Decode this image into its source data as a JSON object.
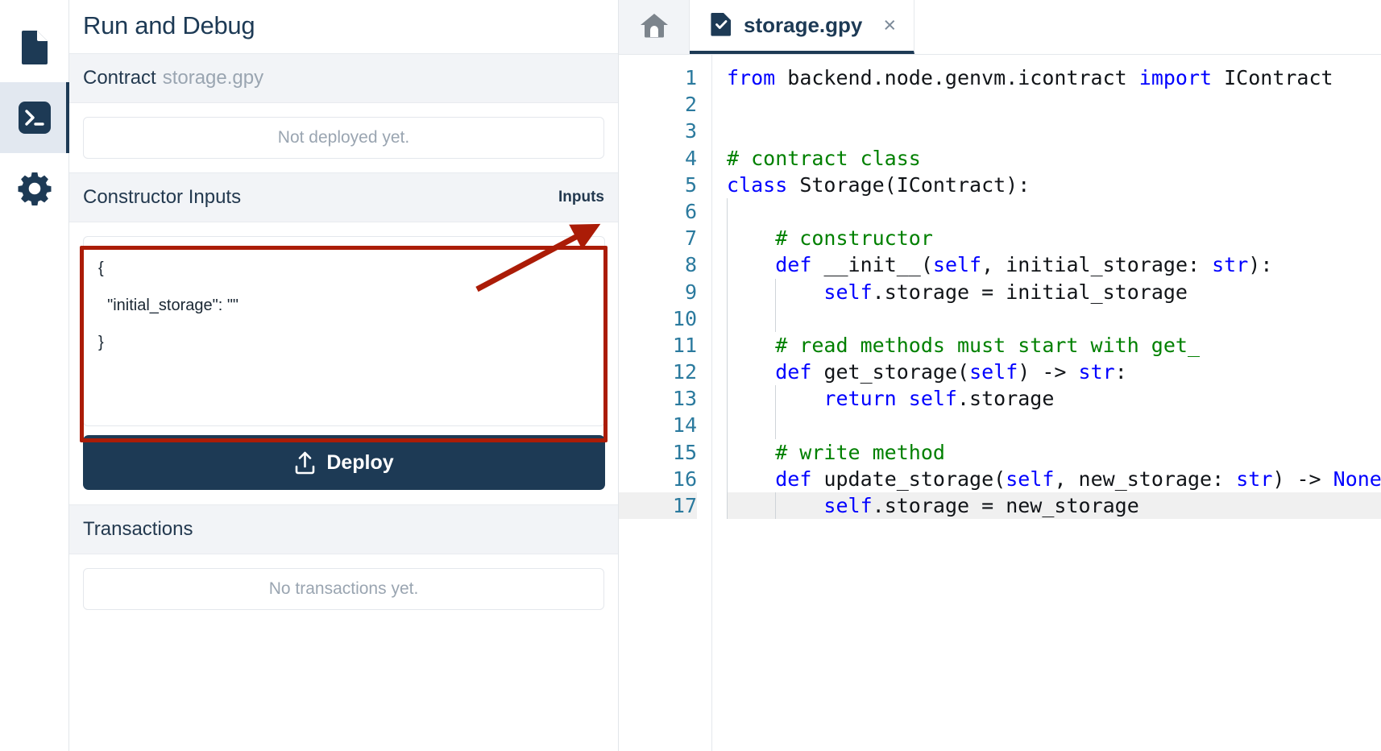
{
  "activity_bar": {
    "items": [
      {
        "name": "file-explorer",
        "icon": "file-icon",
        "active": false
      },
      {
        "name": "run-and-debug",
        "icon": "terminal-icon",
        "active": true
      },
      {
        "name": "settings",
        "icon": "gear-icon",
        "active": false
      }
    ]
  },
  "panel": {
    "title": "Run and Debug",
    "contract": {
      "label": "Contract",
      "file": "storage.gpy"
    },
    "deployment_placeholder": "Not deployed yet.",
    "constructor": {
      "heading": "Constructor Inputs",
      "action_label": "Inputs",
      "json_value": "{\n  \"initial_storage\": \"\"\n}",
      "json_placeholder": "{}"
    },
    "deploy_button": {
      "label": "Deploy",
      "icon": "upload-icon"
    },
    "transactions": {
      "heading": "Transactions",
      "placeholder": "No transactions yet."
    }
  },
  "editor": {
    "home_tab": {
      "icon": "home-icon",
      "title": "Home"
    },
    "tabs": [
      {
        "label": "storage.gpy",
        "icon": "file-check-icon",
        "close": "×",
        "active": true
      }
    ],
    "current_line": 17,
    "lines": [
      {
        "n": 1,
        "tokens": [
          {
            "t": "from ",
            "c": "kw"
          },
          {
            "t": "backend.node.genvm.icontract ",
            "c": "pl"
          },
          {
            "t": "import ",
            "c": "kw"
          },
          {
            "t": "IContract",
            "c": "pl"
          }
        ]
      },
      {
        "n": 2,
        "tokens": []
      },
      {
        "n": 3,
        "tokens": []
      },
      {
        "n": 4,
        "tokens": [
          {
            "t": "# contract class",
            "c": "cm"
          }
        ]
      },
      {
        "n": 5,
        "tokens": [
          {
            "t": "class ",
            "c": "kw"
          },
          {
            "t": "Storage(IContract):",
            "c": "pl"
          }
        ]
      },
      {
        "n": 6,
        "tokens": []
      },
      {
        "n": 7,
        "tokens": [
          {
            "t": "    # constructor",
            "c": "cm"
          }
        ]
      },
      {
        "n": 8,
        "tokens": [
          {
            "t": "    ",
            "c": "pl"
          },
          {
            "t": "def ",
            "c": "kw"
          },
          {
            "t": "__init__(",
            "c": "pl"
          },
          {
            "t": "self",
            "c": "kw"
          },
          {
            "t": ", initial_storage: ",
            "c": "pl"
          },
          {
            "t": "str",
            "c": "kw"
          },
          {
            "t": "):",
            "c": "pl"
          }
        ]
      },
      {
        "n": 9,
        "tokens": [
          {
            "t": "        ",
            "c": "pl"
          },
          {
            "t": "self",
            "c": "kw"
          },
          {
            "t": ".storage = initial_storage",
            "c": "pl"
          }
        ]
      },
      {
        "n": 10,
        "tokens": []
      },
      {
        "n": 11,
        "tokens": [
          {
            "t": "    # read methods must start with get_",
            "c": "cm"
          }
        ]
      },
      {
        "n": 12,
        "tokens": [
          {
            "t": "    ",
            "c": "pl"
          },
          {
            "t": "def ",
            "c": "kw"
          },
          {
            "t": "get_storage(",
            "c": "pl"
          },
          {
            "t": "self",
            "c": "kw"
          },
          {
            "t": ") -> ",
            "c": "pl"
          },
          {
            "t": "str",
            "c": "kw"
          },
          {
            "t": ":",
            "c": "pl"
          }
        ]
      },
      {
        "n": 13,
        "tokens": [
          {
            "t": "        ",
            "c": "pl"
          },
          {
            "t": "return ",
            "c": "kw"
          },
          {
            "t": "self",
            "c": "kw"
          },
          {
            "t": ".storage",
            "c": "pl"
          }
        ]
      },
      {
        "n": 14,
        "tokens": []
      },
      {
        "n": 15,
        "tokens": [
          {
            "t": "    # write method",
            "c": "cm"
          }
        ]
      },
      {
        "n": 16,
        "tokens": [
          {
            "t": "    ",
            "c": "pl"
          },
          {
            "t": "def ",
            "c": "kw"
          },
          {
            "t": "update_storage(",
            "c": "pl"
          },
          {
            "t": "self",
            "c": "kw"
          },
          {
            "t": ", new_storage: ",
            "c": "pl"
          },
          {
            "t": "str",
            "c": "kw"
          },
          {
            "t": ") -> ",
            "c": "pl"
          },
          {
            "t": "None",
            "c": "kw"
          },
          {
            "t": ":",
            "c": "pl"
          }
        ]
      },
      {
        "n": 17,
        "tokens": [
          {
            "t": "        ",
            "c": "pl"
          },
          {
            "t": "self",
            "c": "kw"
          },
          {
            "t": ".storage = new_storage",
            "c": "pl"
          }
        ]
      }
    ]
  },
  "annotation": {
    "color": "#ab1c07",
    "rect_target": "constructor-inputs-textarea",
    "arrow_target": "inputs-label"
  },
  "colors": {
    "accent_navy": "#1d3a55",
    "annotation_red": "#ab1c07",
    "panel_gray": "#f2f4f7",
    "muted_text": "#9aa5b1",
    "keyword_blue": "#0000ff",
    "comment_green": "#008000",
    "linenumber_blue": "#2b7a9e"
  }
}
